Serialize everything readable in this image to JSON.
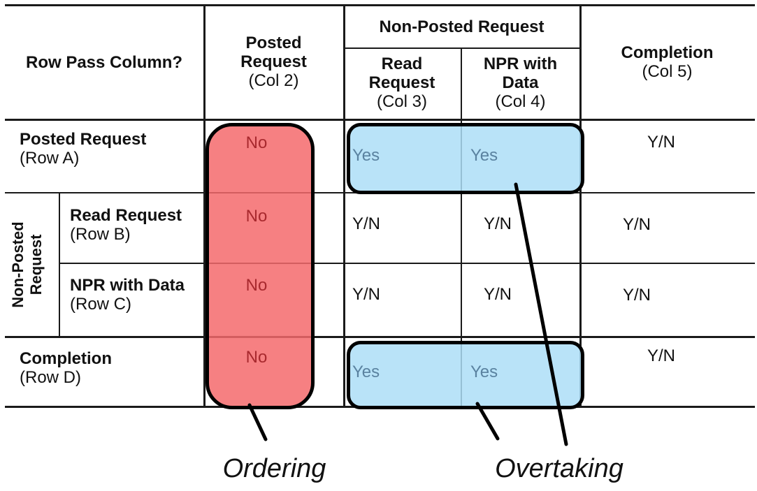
{
  "figure": {
    "corner_header": "Row Pass Column?",
    "columns": {
      "posted_title": "Posted\nRequest",
      "posted_id": "(Col 2)",
      "non_posted_group": "Non-Posted Request",
      "read_title": "Read\nRequest",
      "read_id": "(Col 3)",
      "npr_title": "NPR with\nData",
      "npr_id": "(Col 4)",
      "completion_title": "Completion",
      "completion_id": "(Col 5)"
    },
    "row_group_label": "Non-Posted\nRequest",
    "rows": [
      {
        "name": "Posted Request",
        "id": "(Row A)",
        "col2": "No",
        "col3": "Yes",
        "col4": "Yes",
        "col5": "Y/N"
      },
      {
        "name": "Read Request",
        "id": "(Row B)",
        "col2": "No",
        "col3": "Y/N",
        "col4": "Y/N",
        "col5": "Y/N"
      },
      {
        "name": "NPR with Data",
        "id": "(Row C)",
        "col2": "No",
        "col3": "Y/N",
        "col4": "Y/N",
        "col5": "Y/N"
      },
      {
        "name": "Completion",
        "id": "(Row D)",
        "col2": "No",
        "col3": "Yes",
        "col4": "Yes",
        "col5": "Y/N"
      }
    ],
    "annotations": {
      "ordering": "Ordering",
      "overtaking": "Overtaking"
    }
  },
  "colors": {
    "ordering_fill": "rgba(244,106,108,0.85)",
    "overtaking_fill": "rgba(173,222,247,0.85)",
    "no_text": "#A8292E",
    "yes_text": "#5A82A0",
    "grid_line": "#1a1a1a",
    "pointer_line": "#000000"
  }
}
